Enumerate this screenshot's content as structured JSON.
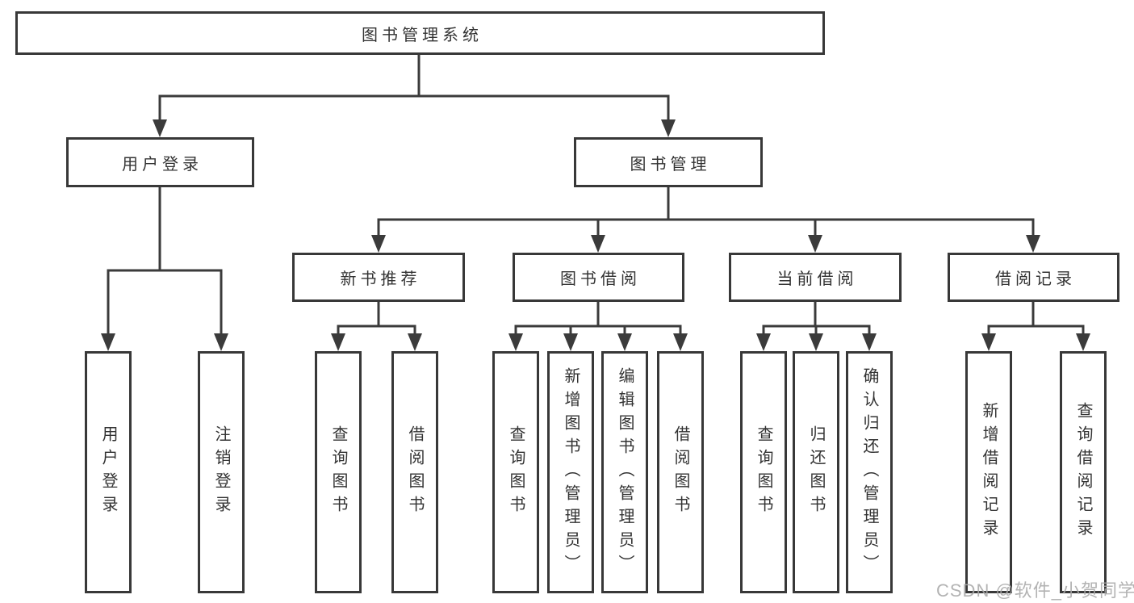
{
  "diagram": {
    "watermark": "CSDN @软件_小贺同学",
    "colors": {
      "line": "#3b3b3b",
      "box_border": "#383838",
      "box_background": "#ffffff",
      "text": "#333333",
      "watermark_text": "#a8a8a8"
    },
    "nodes": {
      "root": {
        "label": "图书管理系统"
      },
      "user_login": {
        "label": "用户登录"
      },
      "book_mgmt": {
        "label": "图书管理"
      },
      "new_book_rec": {
        "label": "新书推荐"
      },
      "book_borrow": {
        "label": "图书借阅"
      },
      "current_borrow": {
        "label": "当前借阅"
      },
      "borrow_record": {
        "label": "借阅记录"
      },
      "leaf_user_login": {
        "label": "用户登录"
      },
      "leaf_logout": {
        "label": "注销登录"
      },
      "leaf_rec_query_book": {
        "label": "查询图书"
      },
      "leaf_rec_borrow_book": {
        "label": "借阅图书"
      },
      "leaf_bb_query_book": {
        "label": "查询图书"
      },
      "leaf_bb_add_book": {
        "label": "新增图书（管理员）"
      },
      "leaf_bb_edit_book": {
        "label": "编辑图书（管理员）"
      },
      "leaf_bb_borrow_book": {
        "label": "借阅图书"
      },
      "leaf_cb_query_book": {
        "label": "查询图书"
      },
      "leaf_cb_return_book": {
        "label": "归还图书"
      },
      "leaf_cb_confirm_return": {
        "label": "确认归还（管理员）"
      },
      "leaf_br_add_record": {
        "label": "新增借阅记录"
      },
      "leaf_br_query_record": {
        "label": "查询借阅记录"
      }
    }
  }
}
